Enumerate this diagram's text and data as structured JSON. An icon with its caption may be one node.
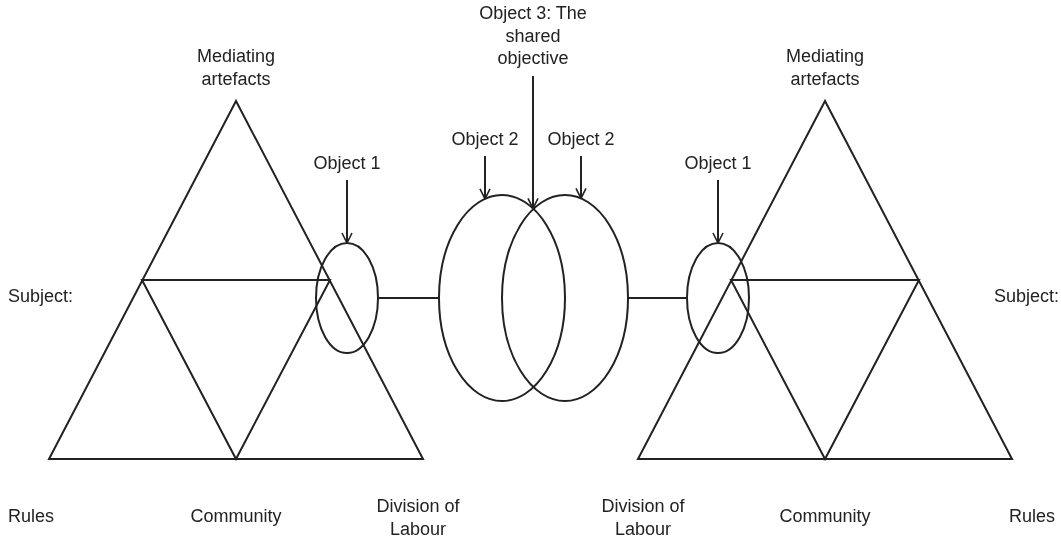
{
  "diagram": {
    "nodes": [
      {
        "text": [
          "Object 1"
        ]
      },
      {
        "text": [],
        "shape": "ellipse"
      },
      {
        "text": [
          "Object 2"
        ]
      },
      {
        "text": [
          "Object 3: The shared objective"
        ]
      },
      {
        "text": [
          "Object 2"
        ]
      },
      {
        "text": [],
        "shape": "ellipse"
      },
      {
        "text": [],
        "shape": "ellipse"
      },
      {
        "text": [
          "Object 1"
        ]
      },
      {
        "text": [],
        "shape": "ellipse"
      }
    ],
    "edges": [
      {
        "from": 0,
        "to": 1,
        "arrow": "to"
      },
      {
        "from": 2,
        "to": 5,
        "arrow": "to"
      },
      {
        "from": 3,
        "to": 5,
        "arrow": "to"
      },
      {
        "from": 4,
        "to": 6,
        "arrow": "to"
      },
      {
        "from": 7,
        "to": 8,
        "arrow": "to"
      },
      {
        "from": 1,
        "to": 5,
        "arrow": "none"
      },
      {
        "from": 6,
        "to": 8,
        "arrow": "none"
      }
    ],
    "labels": [
      "Mediating artefacts",
      "Mediating artefacts",
      "Subject:",
      "Subject:",
      "Rules",
      "Community",
      "Division of Labour",
      "Division of Labour",
      "Community",
      "Rules"
    ]
  }
}
